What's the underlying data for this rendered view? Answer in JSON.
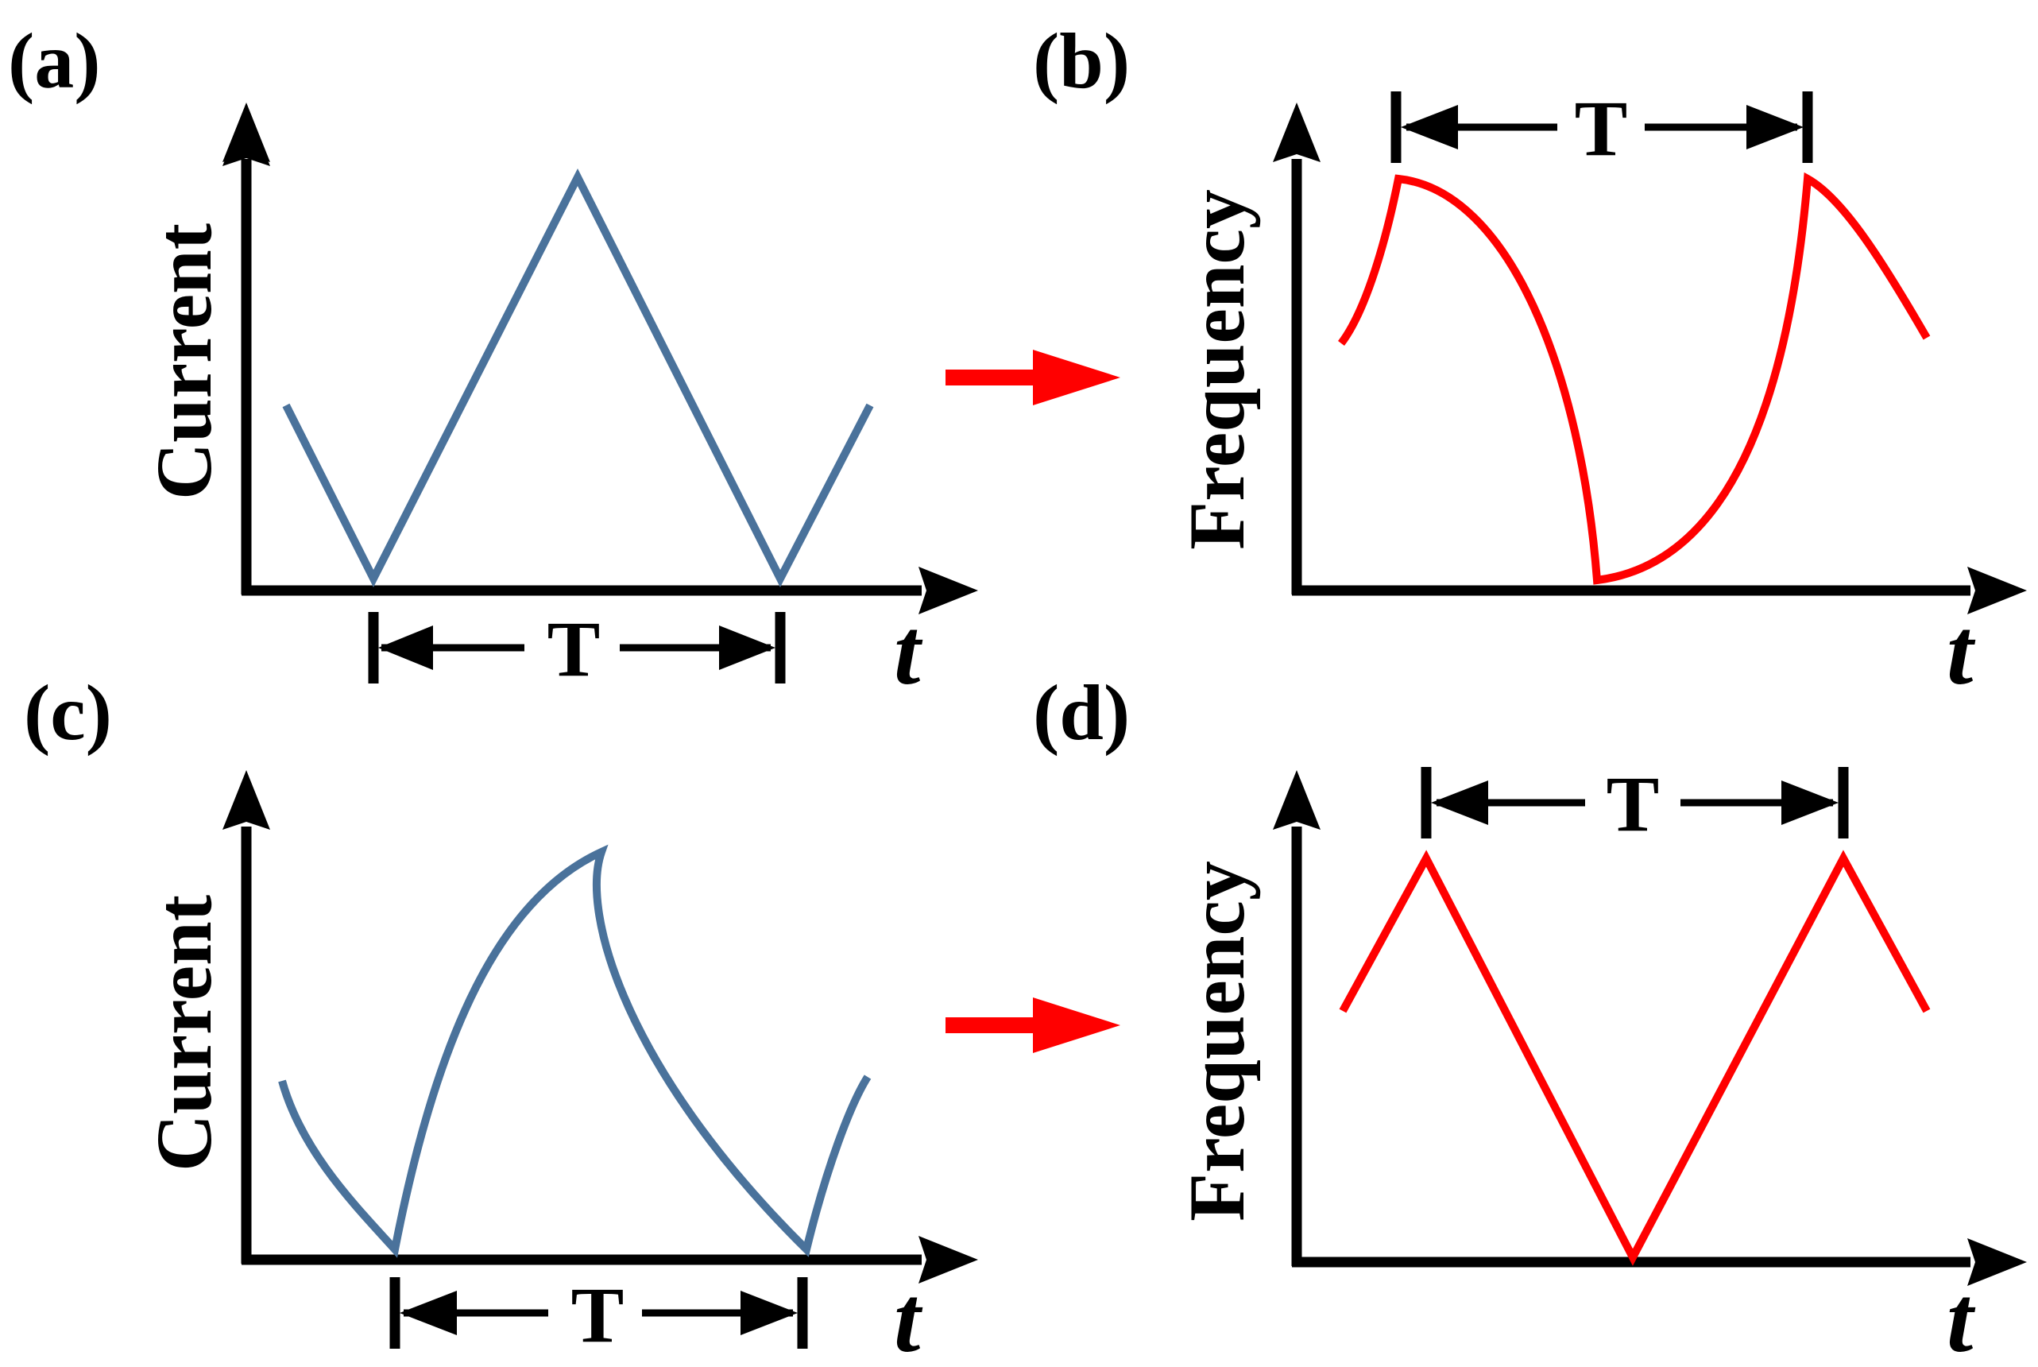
{
  "colors": {
    "current_curve": "#4a729b",
    "frequency_curve": "#ff0000",
    "axis": "#000000",
    "transition_arrow": "#ff0000"
  },
  "panels": {
    "a": {
      "label": "(a)",
      "ylabel": "Current",
      "xlabel": "t",
      "period": "T",
      "waveform": "triangular"
    },
    "b": {
      "label": "(b)",
      "ylabel": "Frequency",
      "xlabel": "t",
      "period": "T",
      "waveform": "nonlinear"
    },
    "c": {
      "label": "(c)",
      "ylabel": "Current",
      "xlabel": "t",
      "period": "T",
      "waveform": "nonlinear"
    },
    "d": {
      "label": "(d)",
      "ylabel": "Frequency",
      "xlabel": "t",
      "period": "T",
      "waveform": "triangular"
    }
  },
  "arrows": {
    "top": {
      "direction": "right"
    },
    "bottom": {
      "direction": "right"
    }
  }
}
